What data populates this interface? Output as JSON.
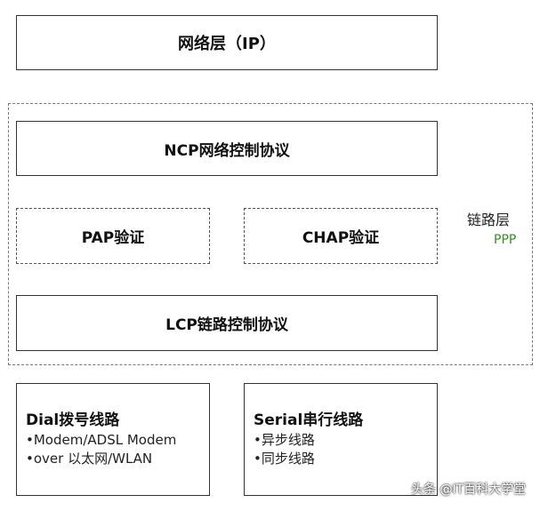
{
  "network_layer": {
    "label": "网络层（IP）"
  },
  "ppp_group": {
    "ncp_label": "NCP网络控制协议",
    "pap_label": "PAP验证",
    "chap_label": "CHAP验证",
    "lcp_label": "LCP链路控制协议",
    "side_label": "链路层",
    "side_sublabel": "PPP"
  },
  "physical": {
    "dial": {
      "title": "Dial拨号线路",
      "items": [
        "Modem/ADSL Modem",
        "over 以太网/WLAN"
      ]
    },
    "serial": {
      "title": "Serial串行线路",
      "items": [
        "异步线路",
        "同步线路"
      ]
    }
  },
  "watermark": "头条 @IT百科大学堂"
}
